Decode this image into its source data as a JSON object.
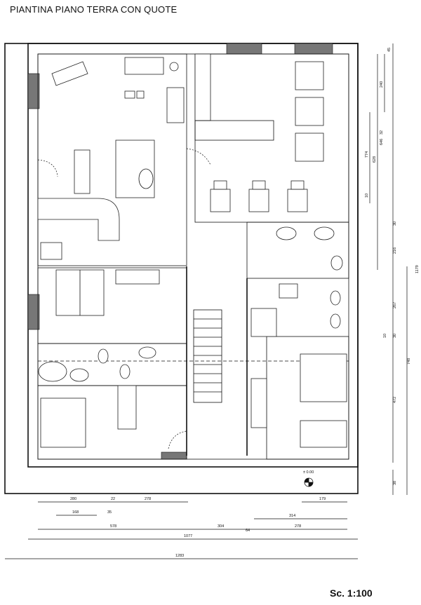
{
  "header": {
    "title": "PIANTINA PIANO TERRA CON QUOTE"
  },
  "footer": {
    "scale": "Sc. 1:100"
  },
  "level_marker": "± 0.00",
  "dimensions": {
    "horizontal": [
      "280",
      "22",
      "278",
      "179",
      "168",
      "35",
      "314",
      "578",
      "304",
      "64",
      "278",
      "1077",
      "1283"
    ],
    "vertical": [
      "45",
      "240",
      "32",
      "646",
      "774",
      "628",
      "10",
      "30",
      "216",
      "267",
      "10",
      "30",
      "472",
      "748",
      "1179",
      "38"
    ]
  }
}
